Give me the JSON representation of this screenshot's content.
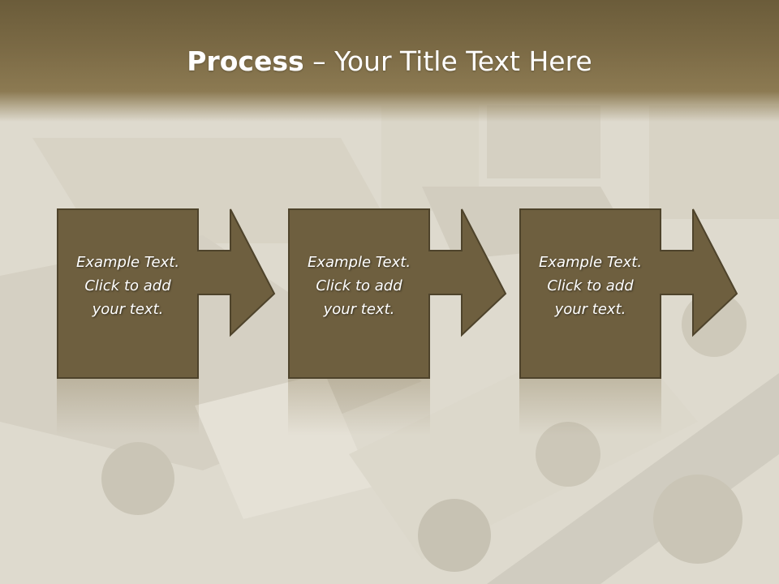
{
  "slide": {
    "title_bold": "Process",
    "title_rest": " – Your Title Text Here",
    "steps": [
      {
        "line1": "Example Text.",
        "line2": "Click  to add",
        "line3": "your text."
      },
      {
        "line1": "Example Text.",
        "line2": "Click  to add",
        "line3": "your text."
      },
      {
        "line1": "Example Text.",
        "line2": "Click  to add",
        "line3": "your text."
      }
    ]
  },
  "colors": {
    "header": "#7b6a45",
    "box_fill": "#6e5f3f",
    "box_stroke": "#4e432b",
    "text": "#ffffff"
  }
}
